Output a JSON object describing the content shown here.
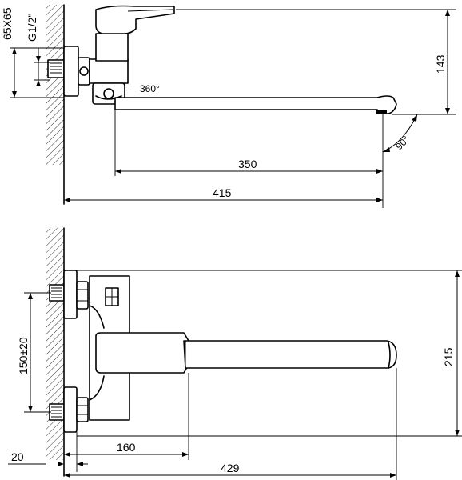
{
  "top_view": {
    "thread_label": "G1/2\"",
    "flange_label": "65X65",
    "rotation_label": "360°",
    "angle_label": "90°",
    "height_label": "143",
    "spout_reach_label": "350",
    "overall_reach_label": "415"
  },
  "front_view": {
    "center_distance_label": "150±20",
    "height_label": "215",
    "wall_offset_label": "20",
    "body_reach_label": "160",
    "overall_length_label": "429"
  }
}
